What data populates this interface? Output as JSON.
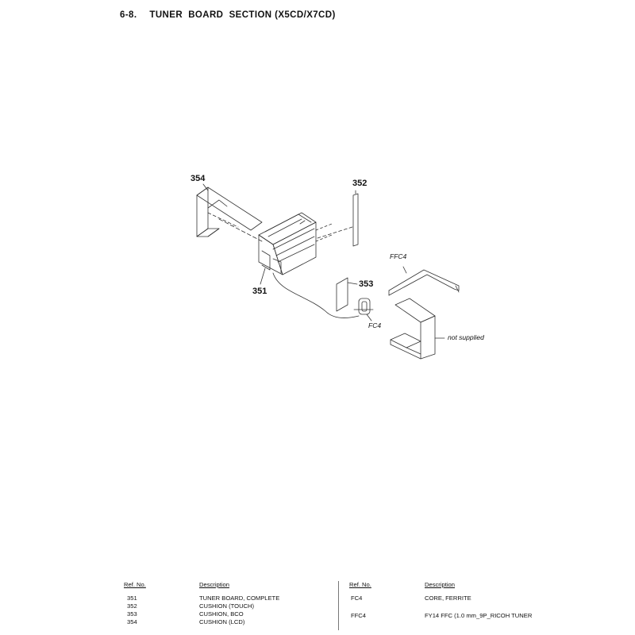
{
  "page": {
    "section_number": "6-8.",
    "section_title": "TUNER  BOARD  SECTION (X5CD/X7CD)"
  },
  "diagram": {
    "callouts": {
      "c354": "354",
      "c352": "352",
      "c351": "351",
      "c353": "353"
    },
    "labels": {
      "ffc4": "FFC4",
      "fc4": "FC4",
      "not_supplied": "not supplied"
    }
  },
  "parts_list": {
    "headers": {
      "ref_no": "Ref. No.",
      "description": "Description"
    },
    "left": [
      {
        "ref": "351",
        "desc": "TUNER BOARD, COMPLETE"
      },
      {
        "ref": "352",
        "desc": "CUSHION (TOUCH)"
      },
      {
        "ref": "353",
        "desc": "CUSHION, BCO"
      },
      {
        "ref": "354",
        "desc": "CUSHION (LCD)"
      }
    ],
    "right": [
      {
        "ref": "FC4",
        "desc": "CORE, FERRITE"
      },
      {
        "ref": "FFC4",
        "desc": "FY14 FFC (1.0 mm_9P_RICOH TUNER"
      }
    ]
  }
}
